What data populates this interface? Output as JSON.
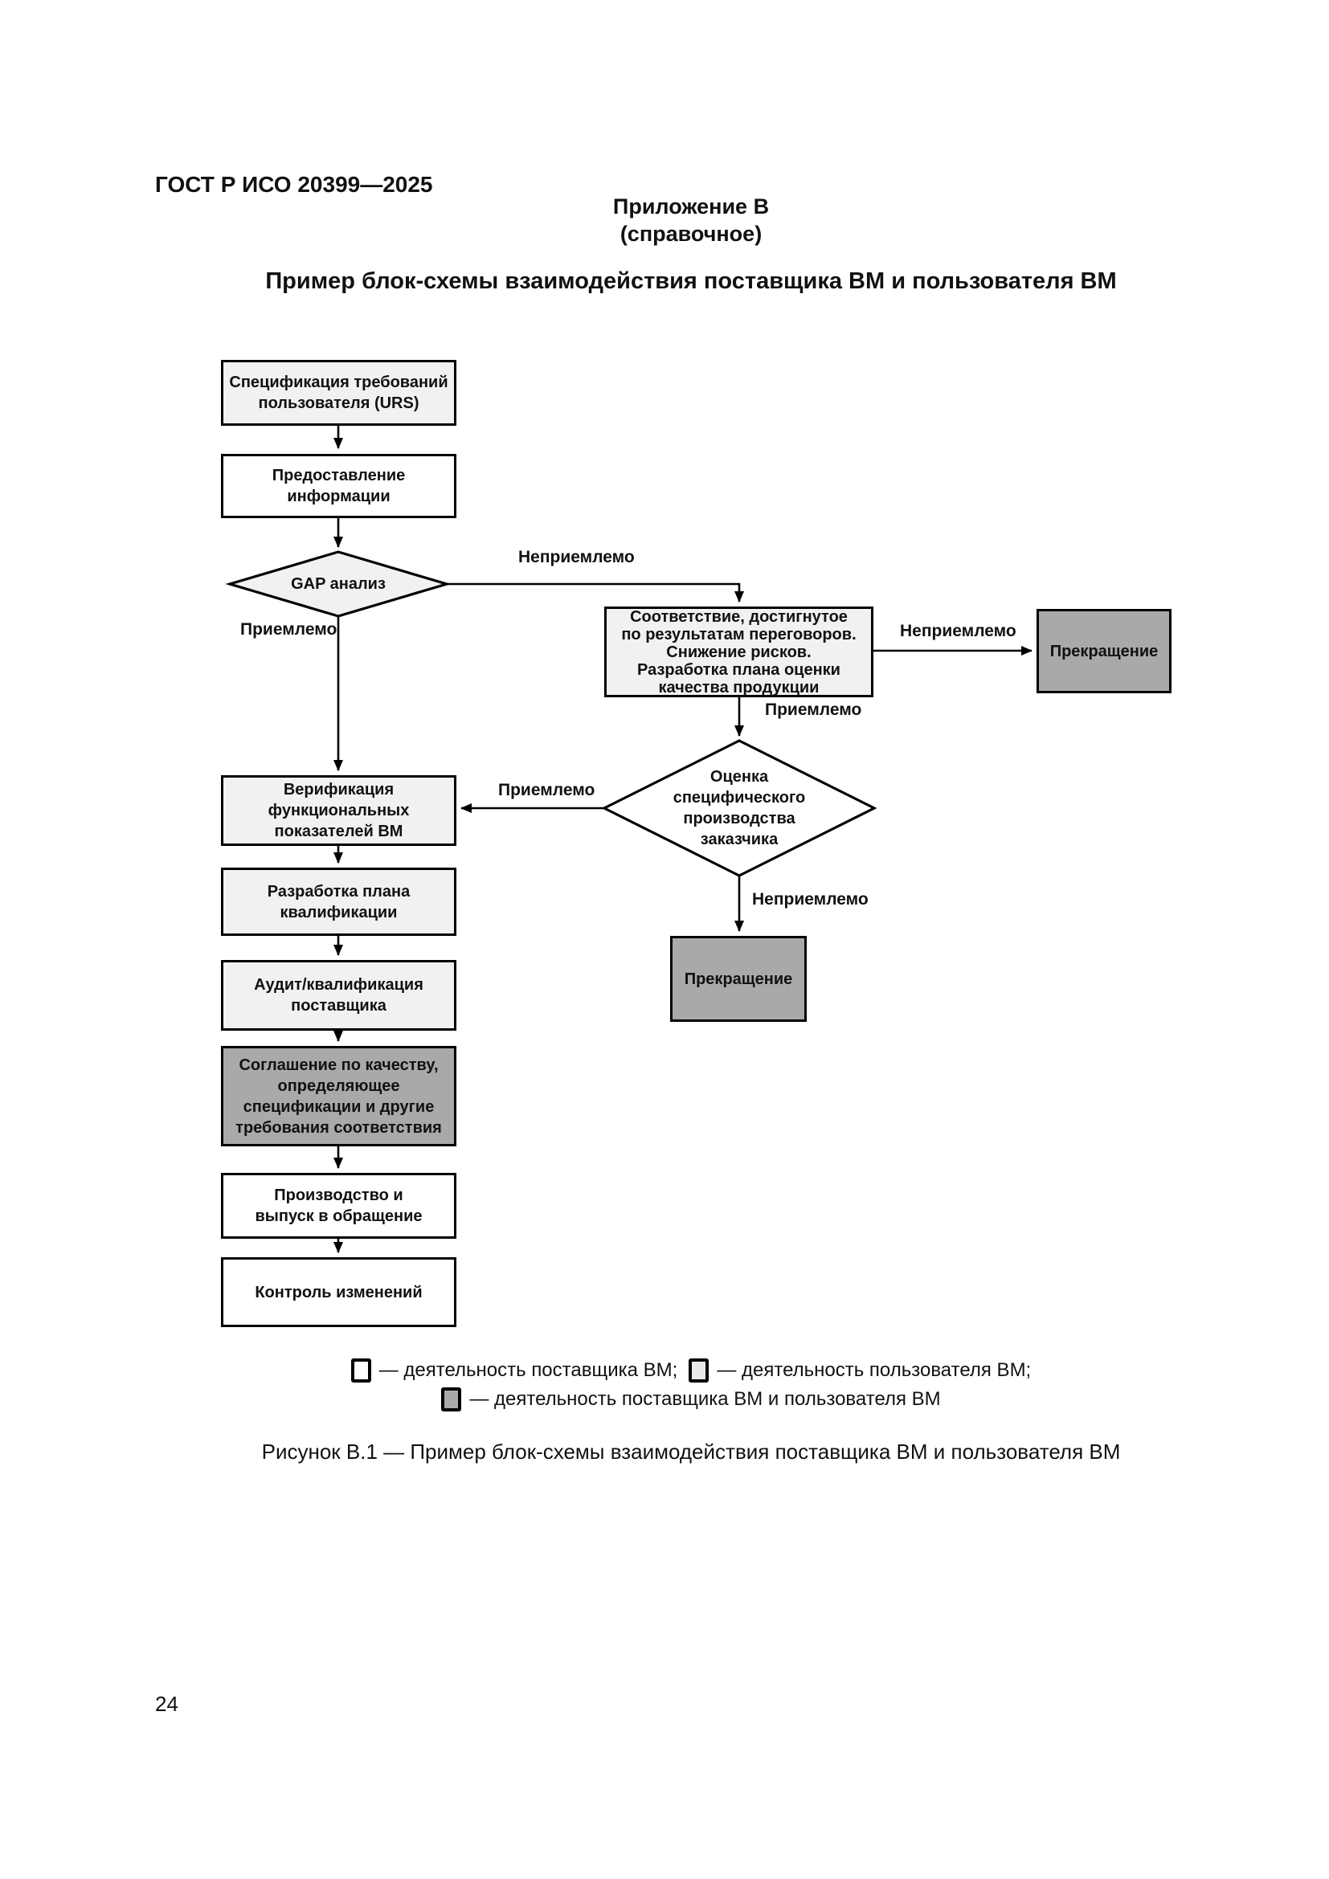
{
  "document": {
    "header": "ГОСТ Р ИСО 20399—2025",
    "appendix": {
      "title": "Приложение В",
      "subtitle": "(справочное)"
    },
    "heading": "Пример блок-схемы взаимодействия поставщика ВМ и пользователя ВМ",
    "figure_caption": "Рисунок В.1 — Пример блок-схемы взаимодействия поставщика ВМ и пользователя ВМ",
    "page_number": "24"
  },
  "colors": {
    "supplier_fill": "#ffffff",
    "user_fill": "#f1f1f1",
    "joint_fill": "#a9a9a9",
    "line": "#000000"
  },
  "flowchart": {
    "nodes": {
      "urs": {
        "shape": "box",
        "role": "user",
        "text": "Спецификация требований\nпользователя (URS)"
      },
      "info": {
        "shape": "box",
        "role": "supplier",
        "text": "Предоставление\nинформации"
      },
      "gap": {
        "shape": "diamond",
        "role": "user",
        "text": "GAP анализ"
      },
      "negotiation": {
        "shape": "box",
        "role": "user",
        "text": "Соответствие, достигнутое\nпо результатам переговоров.\nСнижение рисков.\nРазработка плана оценки\nкачества продукции"
      },
      "termination_right": {
        "shape": "box",
        "role": "joint",
        "text": "Прекращение"
      },
      "evaluation": {
        "shape": "diamond",
        "role": "supplier",
        "text": "Оценка\nспецифического\nпроизводства\nзаказчика"
      },
      "termination_bottom": {
        "shape": "box",
        "role": "joint",
        "text": "Прекращение"
      },
      "verification": {
        "shape": "box",
        "role": "user",
        "text": "Верификация\nфункциональных\nпоказателей ВМ"
      },
      "qualification_plan": {
        "shape": "box",
        "role": "user",
        "text": "Разработка плана\nквалификации"
      },
      "audit": {
        "shape": "box",
        "role": "user",
        "text": "Аудит/квалификация\nпоставщика"
      },
      "agreement": {
        "shape": "box",
        "role": "joint",
        "text": "Соглашение по качеству,\nопределяющее\nспецификации и другие\nтребования соответствия"
      },
      "production": {
        "shape": "box",
        "role": "supplier",
        "text": "Производство и\nвыпуск в обращение"
      },
      "change_control": {
        "shape": "box",
        "role": "supplier",
        "text": "Контроль изменений"
      }
    },
    "edge_labels": {
      "gap_unacceptable": "Неприемлемо",
      "gap_acceptable": "Приемлемо",
      "negotiation_unacceptable": "Неприемлемо",
      "negotiation_acceptable": "Приемлемо",
      "evaluation_acceptable": "Приемлемо",
      "evaluation_unacceptable": "Неприемлемо"
    }
  },
  "legend": {
    "items": [
      {
        "swatch": "supplier",
        "text": "— деятельность поставщика ВМ;"
      },
      {
        "swatch": "user",
        "text": "— деятельность пользователя ВМ;"
      },
      {
        "swatch": "joint",
        "text": "— деятельность поставщика ВМ и пользователя ВМ"
      }
    ]
  }
}
